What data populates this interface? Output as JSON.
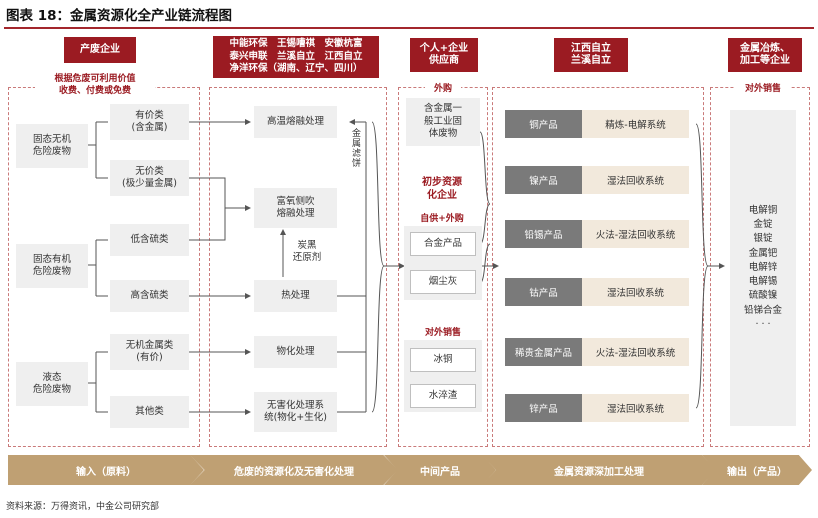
{
  "title": "图表 18：金属资源化全产业链流程图",
  "headers": {
    "waste_enterprise": "产废企业",
    "haz_companies": [
      "中能环保　王锡嘈祺　安徽杭富",
      "泰兴申联　兰溪自立　江西自立",
      "净洋环保（湖南、辽宁、四川）"
    ],
    "supplier": [
      "个人+企业",
      "供应商"
    ],
    "jiangxi": [
      "江西自立",
      "兰溪自立"
    ],
    "smelting": [
      "金属冶炼、",
      "加工等企业"
    ]
  },
  "col1": {
    "red_label": [
      "根据危废可利用价值",
      "收费、付费或免费"
    ],
    "solid_inorganic": [
      "固态无机",
      "危险废物"
    ],
    "solid_organic": [
      "固态有机",
      "危险废物"
    ],
    "liquid": [
      "液态",
      "危险废物"
    ],
    "valuable": [
      "有价类",
      "(含金属)"
    ],
    "no_value": [
      "无价类",
      "(极少量金属)"
    ],
    "low_sulfur": "低含硫类",
    "high_sulfur": "高含硫类",
    "inorganic_metal": [
      "无机金属类",
      "(有价)"
    ],
    "others": "其他类"
  },
  "col2": {
    "high_temp": "高温熔融处理",
    "oxygen_rich": [
      "富氧侧吹",
      "熔融处理"
    ],
    "heat": "热处理",
    "physchem": "物化处理",
    "harmless": [
      "无害化处理系",
      "统(物化+生化)"
    ],
    "metal_cake": "金属滤饼",
    "carbon": [
      "炭黑",
      "还原剂"
    ]
  },
  "col3": {
    "purchase_label": "外购",
    "metal_waste": [
      "含金属一",
      "般工业固",
      "体废物"
    ],
    "primary_header": [
      "初步资源",
      "化企业"
    ],
    "self_purchase_label": "自供+外购",
    "alloy": "合金产品",
    "dust": "烟尘灰",
    "sales_label": "对外销售",
    "ice_copper": "冰铜",
    "slag": "水淬渣"
  },
  "col4": {
    "rows": [
      {
        "product": "铜产品",
        "process": "精炼-电解系统"
      },
      {
        "product": "镍产品",
        "process": "湿法回收系统"
      },
      {
        "product": "铅锡产品",
        "process": "火法-湿法回收系统"
      },
      {
        "product": "钴产品",
        "process": "湿法回收系统"
      },
      {
        "product": "稀贵金属产品",
        "process": "火法-湿法回收系统"
      },
      {
        "product": "锌产品",
        "process": "湿法回收系统"
      }
    ]
  },
  "col5": {
    "sales_label": "对外销售",
    "items": [
      "电解铜",
      "金锭",
      "银锭",
      "金属钯",
      "电解锌",
      "电解锡",
      "硫酸镍",
      "铅锑合金",
      "· · ·"
    ]
  },
  "bottom_bar": [
    "输入（原料）",
    "危废的资源化及无害化处理",
    "中间产品",
    "金属资源深加工处理",
    "输出（产品）"
  ],
  "source": "资料来源：万得资讯，中金公司研究部",
  "colors": {
    "accent": "#9b1b22",
    "bar": "#bfa073",
    "product": "#7a7a7a",
    "process": "#f2e9dc"
  }
}
